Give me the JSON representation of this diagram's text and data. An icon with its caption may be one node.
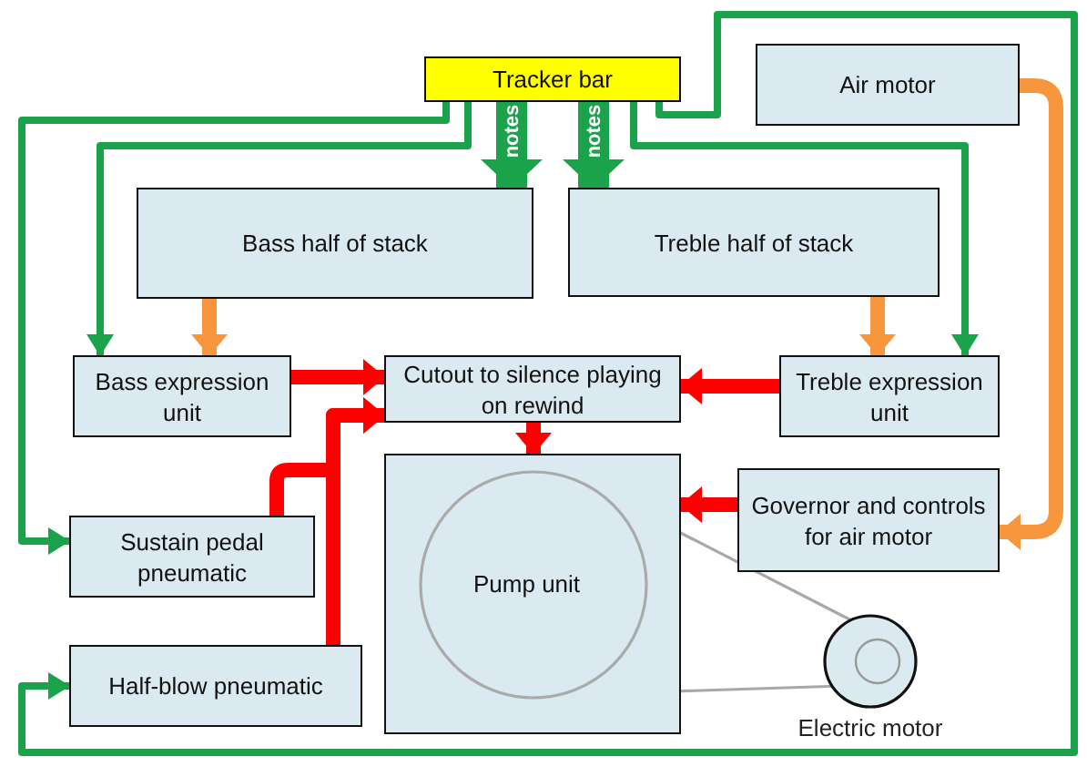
{
  "diagram": {
    "nodes": [
      {
        "text": [
          "Tracker bar"
        ]
      },
      {
        "text": [
          "Air motor"
        ]
      },
      {
        "text": [
          "Bass half of stack"
        ]
      },
      {
        "text": [
          "Treble half of stack"
        ]
      },
      {
        "text": [
          "Bass expression unit"
        ]
      },
      {
        "text": [
          "Cutout to silence playing on rewind"
        ]
      },
      {
        "text": [
          "Treble expression unit"
        ]
      },
      {
        "text": [
          "Sustain pedal pneumatic"
        ]
      },
      {
        "text": [
          "Governor and controls for air motor"
        ]
      },
      {
        "text": [
          "Half-blow pneumatic"
        ]
      },
      {
        "text": [
          "Pump unit"
        ]
      },
      {
        "text": [],
        "shape": "circle",
        "beside": [
          "Electric motor"
        ]
      }
    ],
    "edges": [
      {
        "from": 0,
        "to": 7,
        "arrow": "to"
      },
      {
        "from": 0,
        "to": 4,
        "arrow": "to"
      },
      {
        "from": 0,
        "to": 2,
        "arrow": "to",
        "label": "notes",
        "style": "thick"
      },
      {
        "from": 0,
        "to": 3,
        "arrow": "to",
        "label": "notes",
        "style": "thick"
      },
      {
        "from": 0,
        "to": 9,
        "arrow": "to"
      },
      {
        "from": 0,
        "to": 6,
        "arrow": "to"
      },
      {
        "from": 2,
        "to": 4,
        "arrow": "to",
        "color": "#f7963c"
      },
      {
        "from": 3,
        "to": 6,
        "arrow": "to",
        "color": "#f7963c"
      },
      {
        "from": 1,
        "to": 8,
        "arrow": "to",
        "color": "#f7963c"
      },
      {
        "from": 4,
        "to": 5,
        "arrow": "to",
        "color": "#ff0000"
      },
      {
        "from": 6,
        "to": 5,
        "arrow": "to",
        "color": "#ff0000"
      },
      {
        "from": 5,
        "to": 10,
        "arrow": "to",
        "color": "#ff0000"
      },
      {
        "from": 8,
        "to": 10,
        "arrow": "to",
        "color": "#ff0000"
      },
      {
        "from": 7,
        "to": 5,
        "arrow": "to",
        "color": "#ff0000"
      },
      {
        "from": 9,
        "to": 5,
        "arrow": "to",
        "color": "#ff0000"
      },
      {
        "from": 11,
        "to": 10,
        "arrow": "none",
        "color": "#a8a8a8"
      }
    ]
  }
}
